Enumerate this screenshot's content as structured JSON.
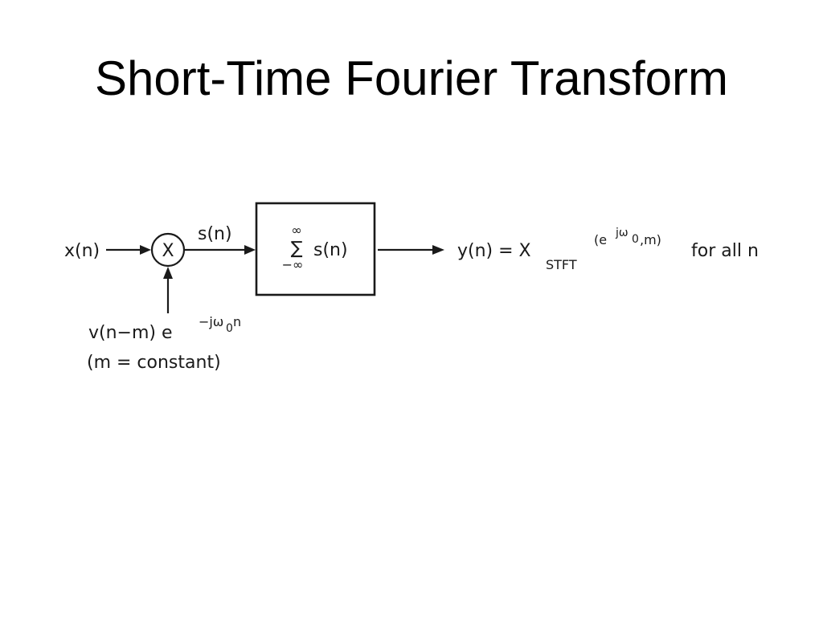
{
  "slide": {
    "title": "Short-Time Fourier Transform"
  },
  "diagram": {
    "input_label": "x(n)",
    "multiplier_symbol": "X",
    "intermediate_label": "s(n)",
    "sum_block": {
      "upper_limit": "∞",
      "sigma": "∑",
      "lower_limit": "−∞",
      "summand": "s(n)"
    },
    "output": {
      "prefix": "y(n) = X",
      "subscript": "STFT",
      "arg_open": "(e",
      "arg_exponent": "jω",
      "arg_exponent_sub": "0",
      "arg_close": ",m)",
      "suffix": "for all n"
    },
    "window": {
      "base": "v(n−m) e",
      "exponent": "−jω",
      "exponent_sub": "0",
      "exponent_tail": "n",
      "note": "(m = constant)"
    }
  },
  "colors": {
    "ink": "#1a1a1a",
    "background": "#ffffff"
  }
}
